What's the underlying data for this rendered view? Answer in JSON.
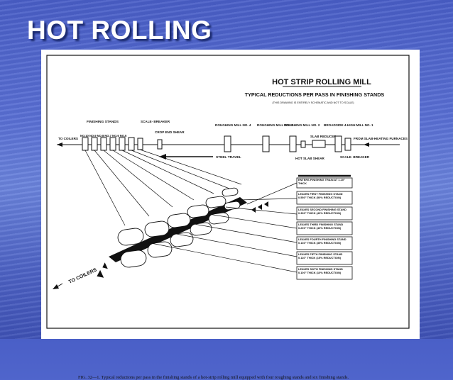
{
  "slide": {
    "title": "HOT ROLLING"
  },
  "figure": {
    "heading": "HOT STRIP ROLLING MILL",
    "subheading": "TYPICAL REDUCTIONS PER PASS IN FINISHING STANDS",
    "note": "(THIS DRAWING IS ENTIRELY SCHEMATIC AND NOT TO SCALE)",
    "finishing_stands_label": "FINISHING STANDS",
    "scale_breaker_left": "SCALE- BREAKER",
    "stand_numbers": "NO.10 NO.9 NO.8 NO.7 NO.6 NO.5",
    "to_coilers_top": "TO COILERS",
    "crop_end_shear": "CROP END SHEAR",
    "roughing_mill_4": "ROUGHING MILL NO. 4",
    "roughing_mill_3": "ROUGHING MILL NO. 3",
    "roughing_mill_2": "ROUGHING MILL NO. 2",
    "slab_reducer": "SLAB REDUCER",
    "broadside": "BROADSIDE 4-HIGH MILL NO. 1",
    "from_furnaces": "FROM SLAB-HEATING FURNACES",
    "hot_slab_shear": "HOT SLAB SHEAR",
    "scale_breaker_right": "SCALE- BREAKER",
    "steel_travel": "STEEL TRAVEL",
    "to_coilers_bottom": "TO COILERS",
    "callouts": [
      "ENTERS FINISHING TRAIN AT 1.10\" THICK",
      "LEAVES FIRST FINISHING STAND 0.550\" THICK (50% REDUCTION)",
      "LEAVES SECOND FINISHING STAND 0.330\" THICK (40% REDUCTION)",
      "LEAVES THIRD FINISHING STAND 0.200\" THICK (40% REDUCTION)",
      "LEAVES FOURTH FINISHING STAND 0.130\" THICK (35% REDUCTION)",
      "LEAVES FIFTH FINISHING STAND 0.110\" THICK (15% REDUCTION)",
      "LEAVES SIXTH FINISHING STAND 0.100\" THICK (10% REDUCTION)"
    ]
  },
  "caption": "FIG. 32—1. Typical reductions per pass in the finishing stands of a hot-strip rolling mill equipped with four roughing stands and six finishing stands."
}
